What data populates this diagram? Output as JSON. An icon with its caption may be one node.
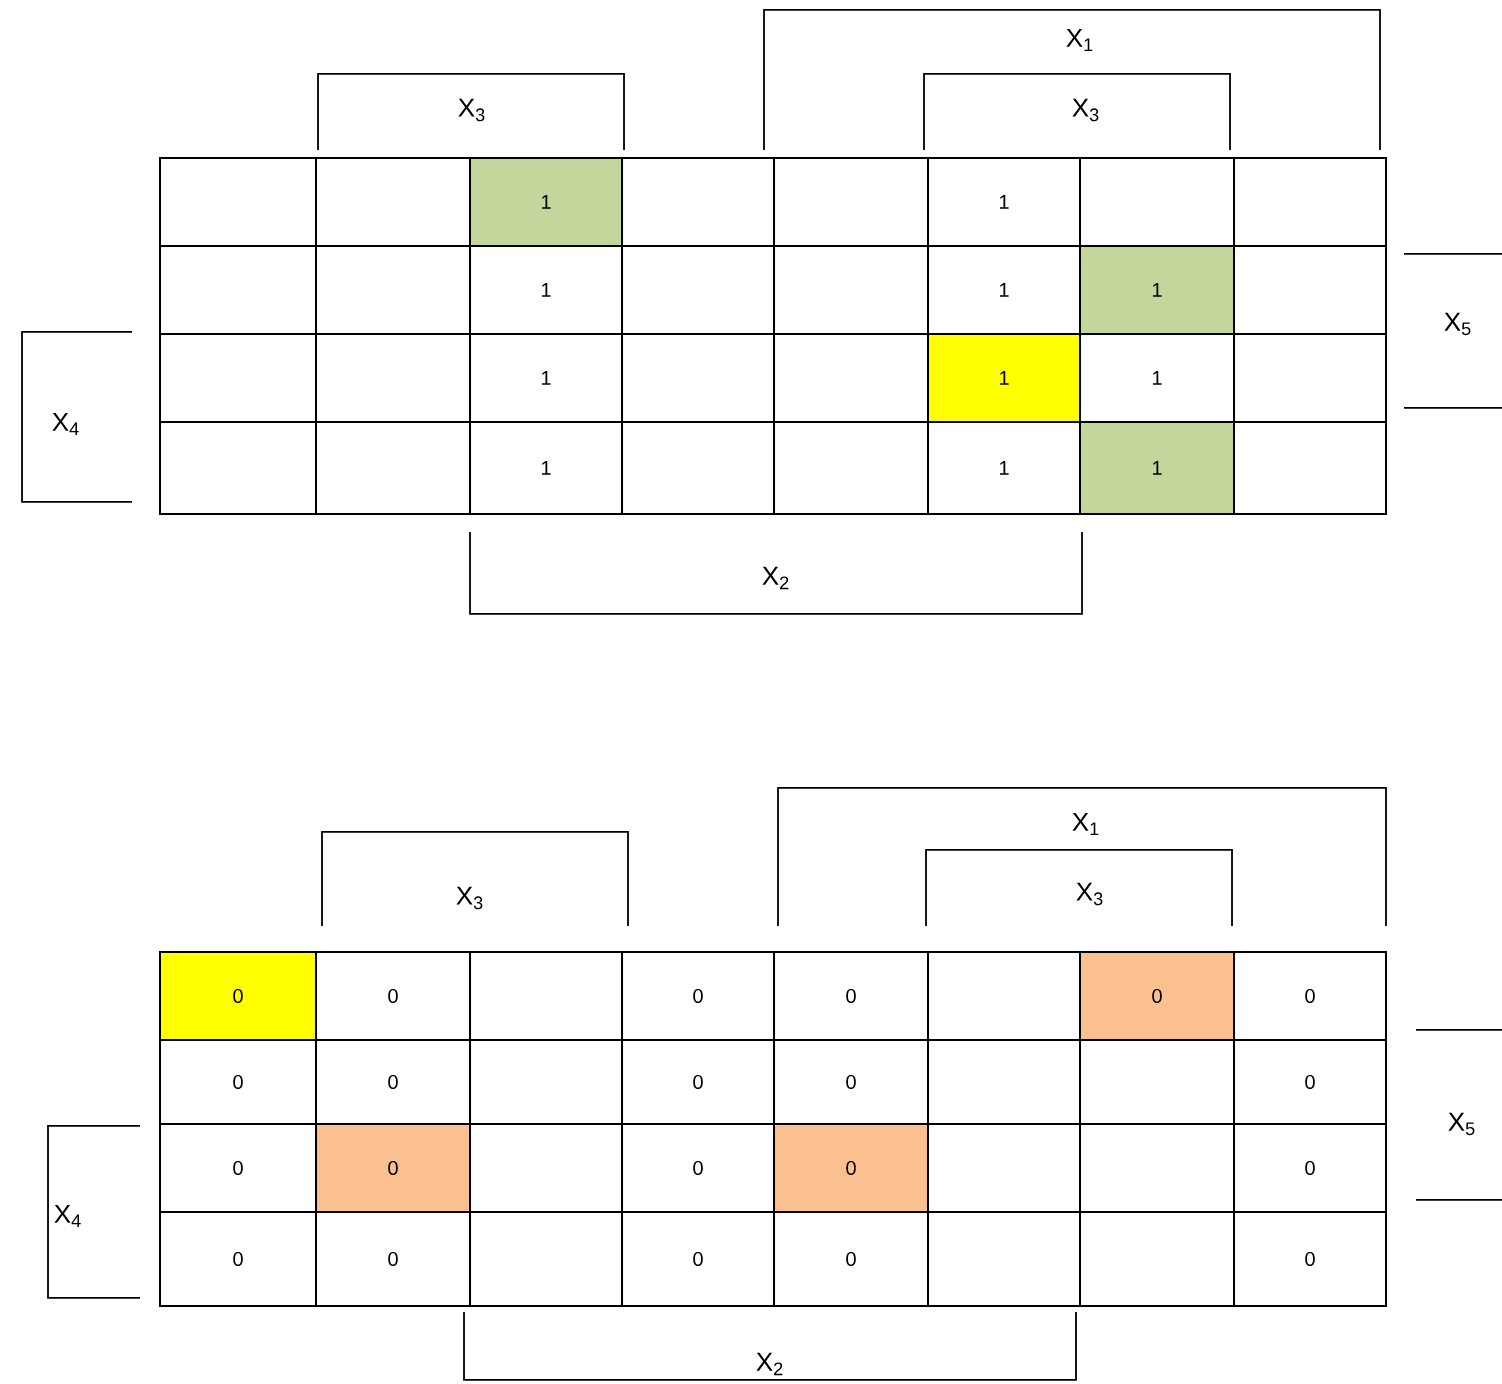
{
  "diagram": {
    "nodes": [
      {
        "text": [],
        "shape": "box"
      },
      {
        "text": [],
        "shape": "box"
      },
      {
        "text": [
          "1"
        ]
      },
      {
        "text": [],
        "shape": "box"
      },
      {
        "text": [],
        "shape": "box"
      },
      {
        "text": [
          "1"
        ]
      },
      {
        "text": [],
        "shape": "box"
      },
      {
        "text": [],
        "shape": "box"
      },
      {
        "text": [],
        "shape": "box"
      },
      {
        "text": [],
        "shape": "box"
      },
      {
        "text": [
          "1"
        ]
      },
      {
        "text": [],
        "shape": "box"
      },
      {
        "text": [],
        "shape": "box"
      },
      {
        "text": [
          "1"
        ]
      },
      {
        "text": [
          "1"
        ]
      },
      {
        "text": [],
        "shape": "box"
      },
      {
        "text": [],
        "shape": "box"
      },
      {
        "text": [],
        "shape": "box"
      },
      {
        "text": [
          "1"
        ]
      },
      {
        "text": [],
        "shape": "box"
      },
      {
        "text": [],
        "shape": "box"
      },
      {
        "text": [
          "1"
        ]
      },
      {
        "text": [
          "1"
        ]
      },
      {
        "text": [],
        "shape": "box"
      },
      {
        "text": [],
        "shape": "box"
      },
      {
        "text": [],
        "shape": "box"
      },
      {
        "text": [
          "1"
        ]
      },
      {
        "text": [],
        "shape": "box"
      },
      {
        "text": [],
        "shape": "box"
      },
      {
        "text": [
          "1"
        ]
      },
      {
        "text": [
          "1"
        ]
      },
      {
        "text": [],
        "shape": "box"
      },
      {
        "text": [
          "0"
        ]
      },
      {
        "text": [
          "0"
        ]
      },
      {
        "text": [],
        "shape": "box"
      },
      {
        "text": [
          "0"
        ]
      },
      {
        "text": [
          "0"
        ]
      },
      {
        "text": [],
        "shape": "box"
      },
      {
        "text": [
          "0"
        ]
      },
      {
        "text": [
          "0"
        ]
      },
      {
        "text": [
          "0"
        ]
      },
      {
        "text": [
          "0"
        ]
      },
      {
        "text": [],
        "shape": "box"
      },
      {
        "text": [
          "0"
        ]
      },
      {
        "text": [
          "0"
        ]
      },
      {
        "text": [],
        "shape": "box"
      },
      {
        "text": [],
        "shape": "box"
      },
      {
        "text": [
          "0"
        ]
      },
      {
        "text": [
          "0"
        ]
      },
      {
        "text": [
          "0"
        ]
      },
      {
        "text": [],
        "shape": "box"
      },
      {
        "text": [
          "0"
        ]
      },
      {
        "text": [
          "0"
        ]
      },
      {
        "text": [],
        "shape": "box"
      },
      {
        "text": [],
        "shape": "box"
      },
      {
        "text": [
          "0"
        ]
      },
      {
        "text": [
          "0"
        ]
      },
      {
        "text": [
          "0"
        ]
      },
      {
        "text": [],
        "shape": "box"
      },
      {
        "text": [
          "0"
        ]
      },
      {
        "text": [
          "0"
        ]
      },
      {
        "text": [],
        "shape": "box"
      },
      {
        "text": [],
        "shape": "box"
      },
      {
        "text": [
          "0"
        ]
      }
    ],
    "labels": [
      "X$_{1}$",
      "X$_{3}$",
      "X$_{3}$",
      "X$_{5}$",
      "X$_{4}$",
      "X$_{2}$",
      "X$_{1}$",
      "X$_{3}$",
      "X$_{3}$",
      "X$_{5}$",
      "X$_{4}$",
      "X$_{2}$"
    ]
  }
}
